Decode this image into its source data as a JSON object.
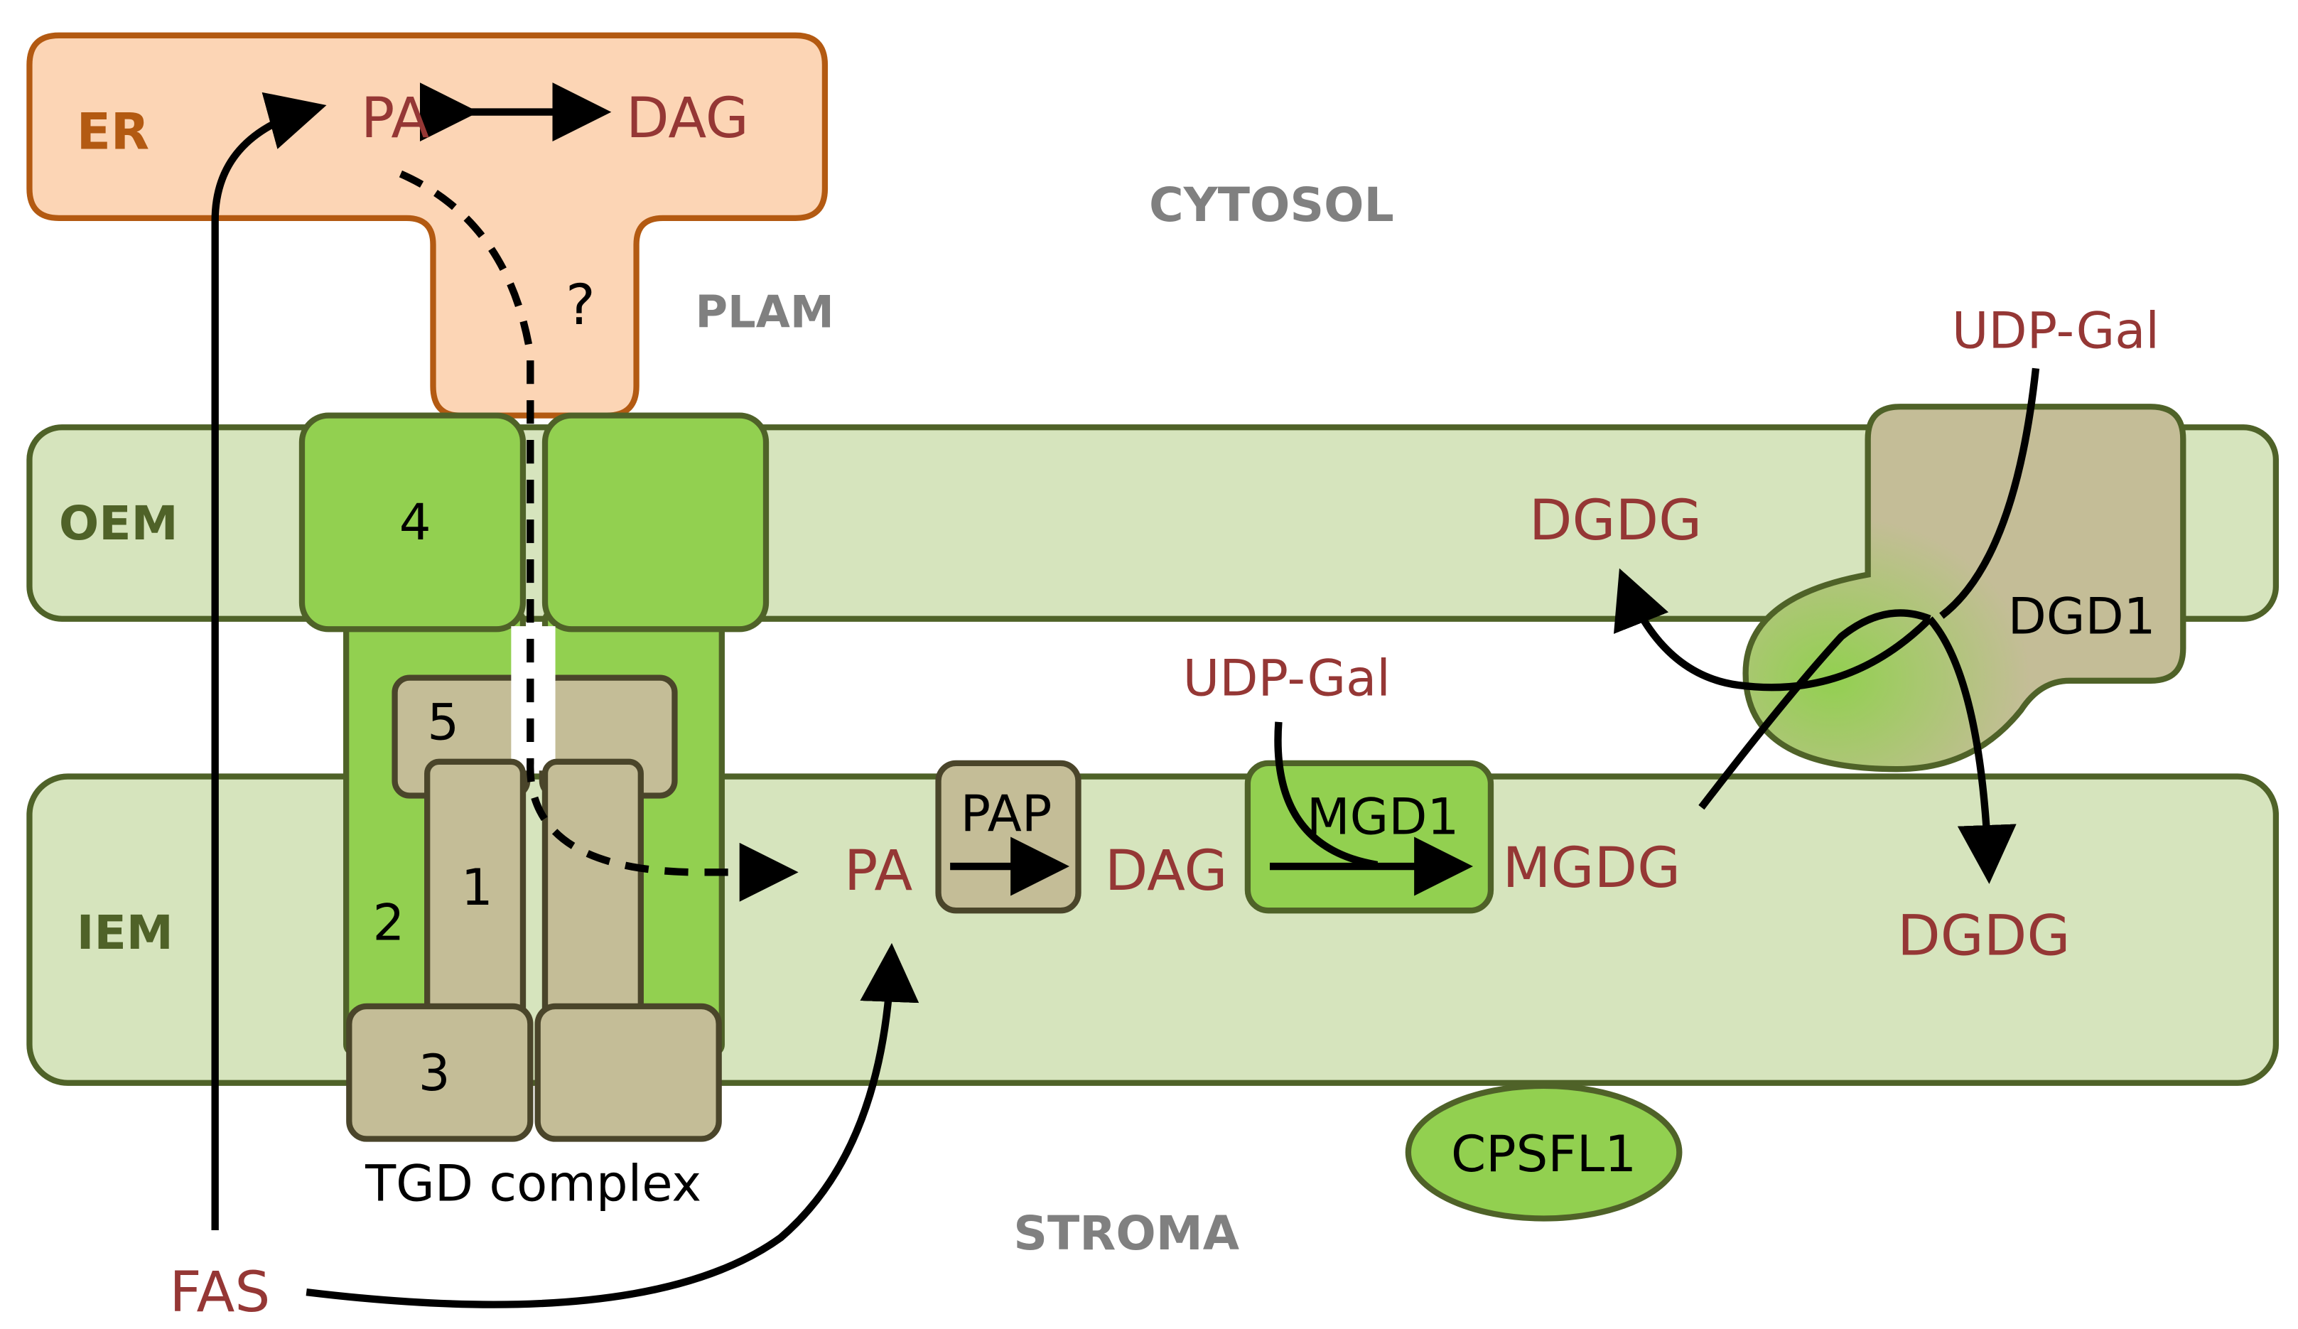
{
  "compartments": {
    "er": "ER",
    "cytosol": "CYTOSOL",
    "plam": "PLAM",
    "oem": "OEM",
    "iem": "IEM",
    "stroma": "STROMA"
  },
  "lipids": {
    "er_pa": "PA",
    "er_dag": "DAG",
    "iem_pa": "PA",
    "iem_dag": "DAG",
    "mgdg": "MGDG",
    "dgdg_oem": "DGDG",
    "dgdg_iem": "DGDG",
    "udp_gal_1": "UDP-Gal",
    "udp_gal_2": "UDP-Gal",
    "fas": "FAS"
  },
  "proteins": {
    "tgd4": "4",
    "tgd5": "5",
    "tgd1": "1",
    "tgd2": "2",
    "tgd3": "3",
    "tgd_complex": "TGD complex",
    "pap": "PAP",
    "mgd1": "MGD1",
    "dgd1": "DGD1",
    "cpsfl1": "CPSFL1"
  },
  "question_mark": "?",
  "colors": {
    "er_fill": "#fcd5b5",
    "er_stroke": "#b35a12",
    "membrane_fill": "#d6e4bd",
    "membrane_stroke": "#4f6228",
    "green_fill": "#92d050",
    "tan_fill": "#c4bd97",
    "tan_stroke": "#4a452a",
    "lipid_text": "#953735",
    "compartment_text": "#808080",
    "membrane_text": "#4f6228",
    "er_text": "#b35a12"
  }
}
